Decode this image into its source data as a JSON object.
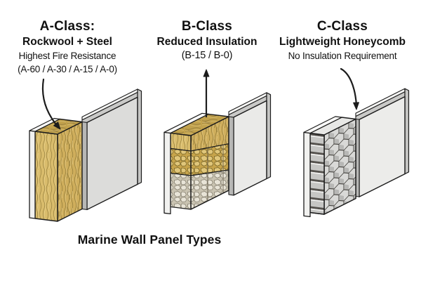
{
  "title": "Marine Wall Panel Types",
  "panels": [
    {
      "heading": "A-Class:",
      "line2": "Rockwool + Steel",
      "line3": "Highest Fire Resistance",
      "line4": "(A-60 / A-30 / A-15 / A-0)"
    },
    {
      "heading": "B-Class",
      "line2": "Reduced Insulation",
      "line3": "(B-15 / B-0)"
    },
    {
      "heading": "C-Class",
      "line2": "Lightweight Honeycomb",
      "line3": "No Insulation Requirement"
    }
  ],
  "colors": {
    "background": "#ffffff",
    "text": "#111111",
    "outline": "#1c1c1c",
    "rockwool": "#cfae5c",
    "rockwool_light": "#d9bc6c",
    "rockwool_top": "#c2a24c",
    "granule_tan": "#c7a44b",
    "granule_light": "#c9c3b1",
    "steel_face_a": "#dcdcda",
    "steel_face_b": "#eaeae8",
    "steel_face_c": "#ececea",
    "steel_top": "#c9c9c7",
    "back_strip": "#f7f7f5",
    "sheet_white": "#f1f1ef",
    "sheet_top": "#fbfbf9",
    "mid_strip": "#b7b7b5",
    "end_face": "#c6c6c4",
    "honeycomb_cell": "#d9d9d7",
    "honeycomb_gap": "#bcbcba",
    "honeycomb_shade": "#a0a09e",
    "slat_dark": "#55524e",
    "slat_face": "#c6c6c4"
  }
}
